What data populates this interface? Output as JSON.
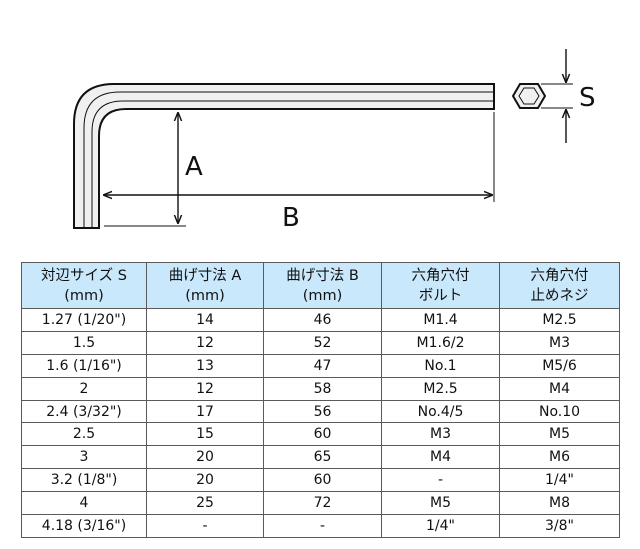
{
  "diagram": {
    "label_a": "A",
    "label_b": "B",
    "label_s": "S"
  },
  "table": {
    "headers": [
      [
        "対辺サイズ S",
        "(mm)"
      ],
      [
        "曲げ寸法 A",
        "(mm)"
      ],
      [
        "曲げ寸法 B",
        "(mm)"
      ],
      [
        "六角穴付",
        "ボルト"
      ],
      [
        "六角穴付",
        "止めネジ"
      ]
    ],
    "rows": [
      [
        "1.27 (1/20\")",
        "14",
        "46",
        "M1.4",
        "M2.5"
      ],
      [
        "1.5",
        "12",
        "52",
        "M1.6/2",
        "M3"
      ],
      [
        "1.6 (1/16\")",
        "13",
        "47",
        "No.1",
        "M5/6"
      ],
      [
        "2",
        "12",
        "58",
        "M2.5",
        "M4"
      ],
      [
        "2.4 (3/32\")",
        "17",
        "56",
        "No.4/5",
        "No.10"
      ],
      [
        "2.5",
        "15",
        "60",
        "M3",
        "M5"
      ],
      [
        "3",
        "20",
        "65",
        "M4",
        "M6"
      ],
      [
        "3.2 (1/8\")",
        "20",
        "60",
        "-",
        "1/4\""
      ],
      [
        "4",
        "25",
        "72",
        "M5",
        "M8"
      ],
      [
        "4.18 (3/16\")",
        "-",
        "-",
        "1/4\"",
        "3/8\""
      ]
    ]
  },
  "colors": {
    "header_bg": "#c9e8fb",
    "border": "#5a5a5a",
    "line": "#111111",
    "wrench_fill": "#f0f0f0"
  }
}
